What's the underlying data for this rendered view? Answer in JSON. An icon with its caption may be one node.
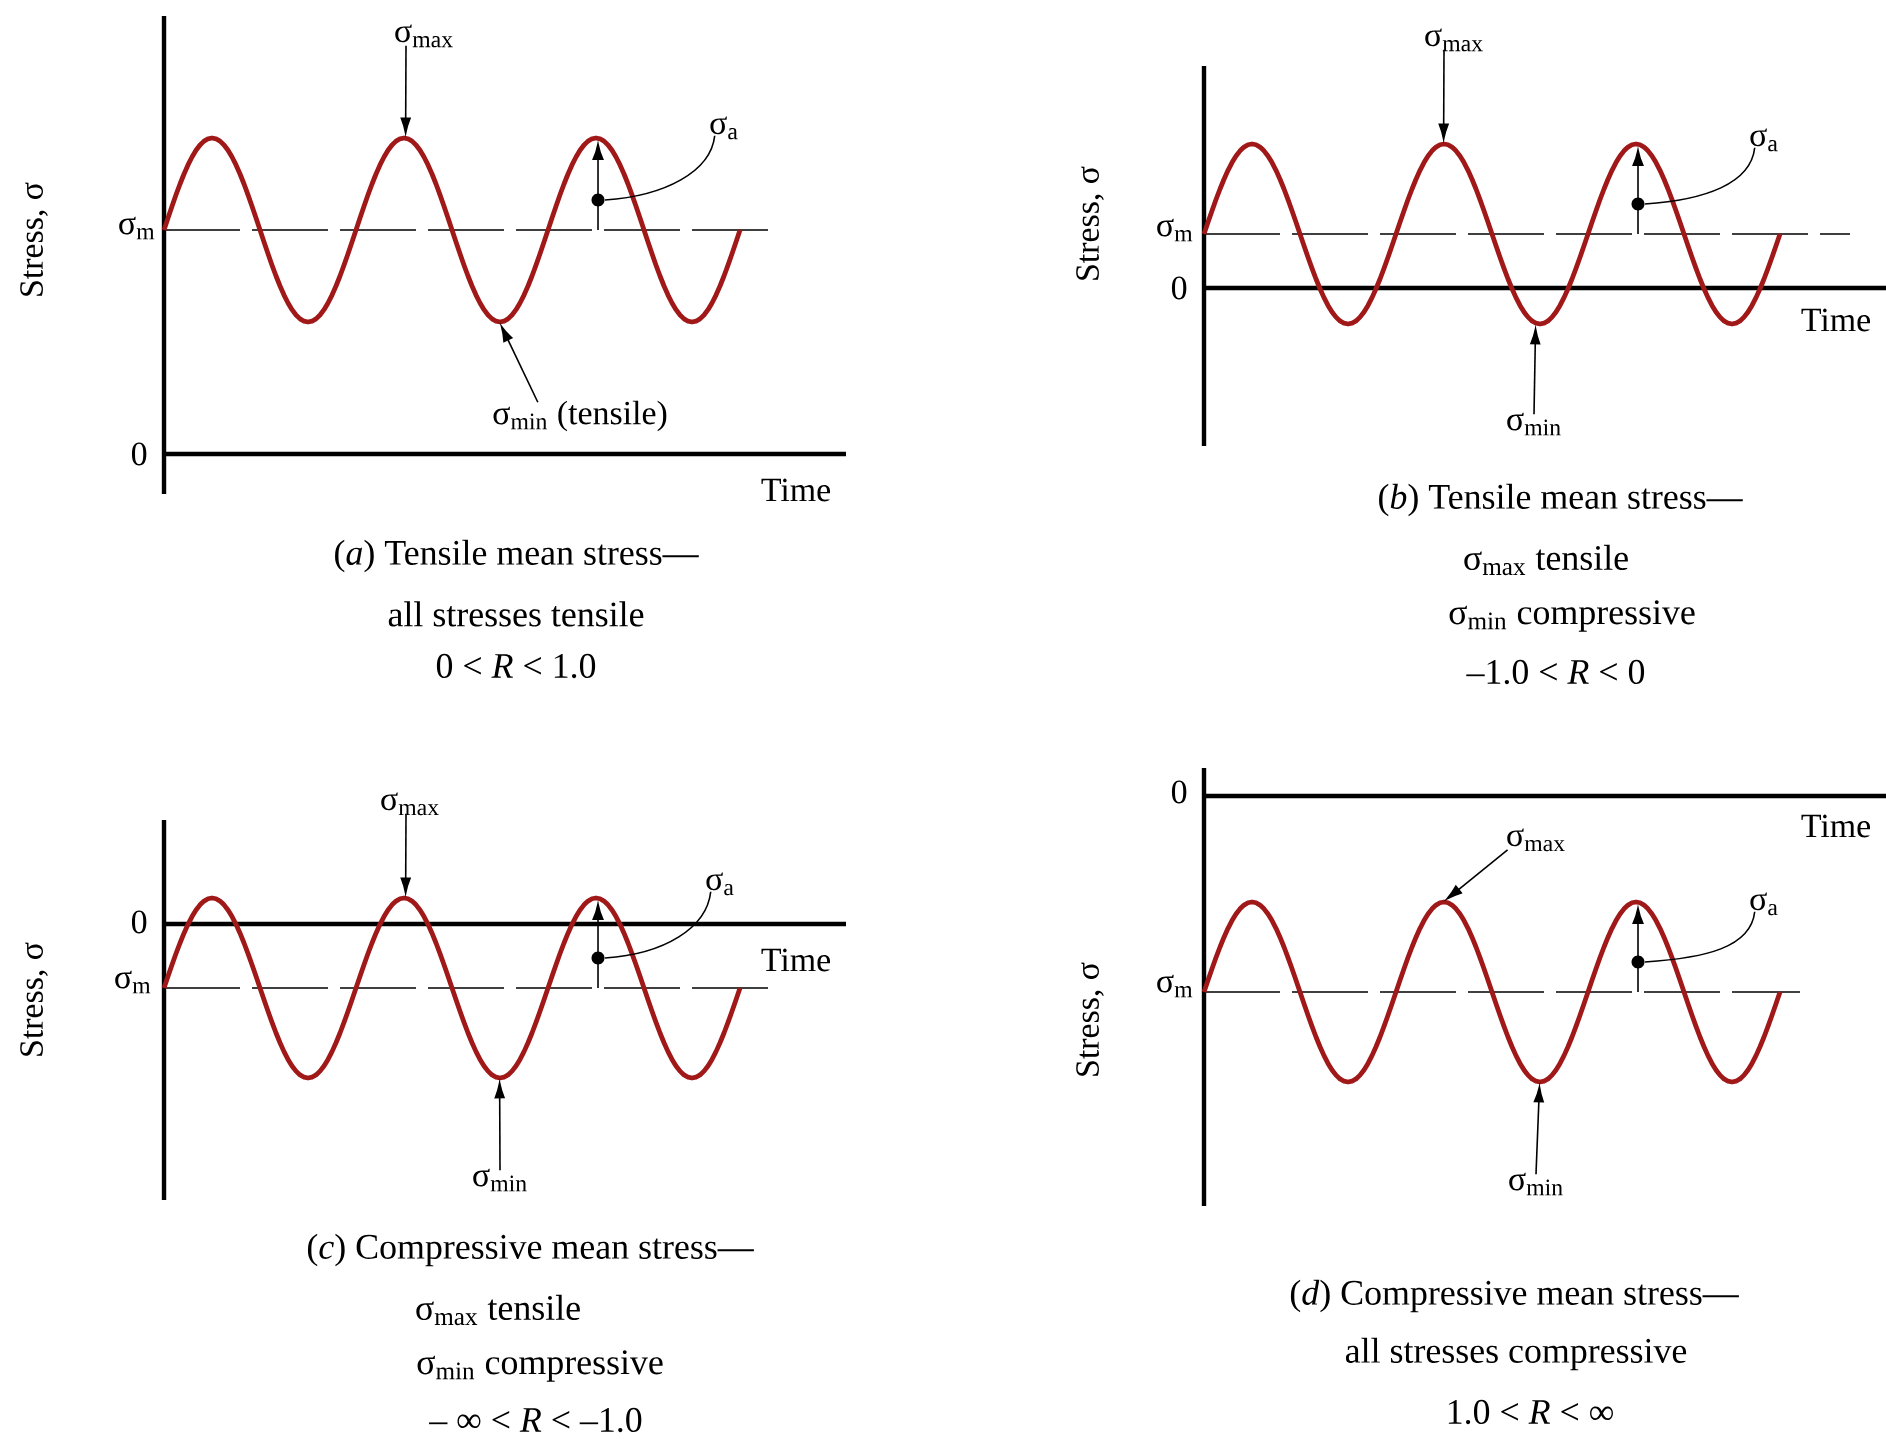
{
  "diagram": {
    "nodes": [
      {
        "text": [
          "σ$_{max}$"
        ]
      },
      {
        "text": [
          "σ$_{min}$ (tensile)"
        ]
      },
      {
        "text": [
          "σ$_{a}$"
        ]
      },
      {
        "text": [
          "σ$_{max}$"
        ]
      },
      {
        "text": [
          "σ$_{min}$"
        ]
      },
      {
        "text": [
          "σ$_{a}$"
        ]
      },
      {
        "text": [
          "σ$_{max}$"
        ]
      },
      {
        "text": [
          "σ$_{min}$"
        ]
      },
      {
        "text": [
          "σ$_{a}$"
        ]
      },
      {
        "text": [
          "σ$_{max}$"
        ]
      },
      {
        "text": [
          "σ$_{min}$"
        ]
      },
      {
        "text": [
          "σ$_{a}$"
        ]
      },
      {
        "text": [],
        "shape": "curve"
      },
      {
        "text": [],
        "shape": "curve"
      },
      {
        "text": [],
        "shape": "curve"
      },
      {
        "text": [],
        "shape": "curve"
      },
      {
        "text": [],
        "shape": "circle",
        "in": 12
      },
      {
        "text": [],
        "shape": "circle",
        "in": 13
      },
      {
        "text": [],
        "shape": "circle",
        "in": 14
      },
      {
        "text": [],
        "shape": "circle",
        "in": 15
      }
    ],
    "edges": [
      {
        "from": 0,
        "to": 12,
        "arrow": "to"
      },
      {
        "from": 1,
        "to": 12,
        "arrow": "to"
      },
      {
        "from": 2,
        "to": 16,
        "arrow": "none"
      },
      {
        "from": 3,
        "to": 13,
        "arrow": "to"
      },
      {
        "from": 4,
        "to": 13,
        "arrow": "to"
      },
      {
        "from": 5,
        "to": 17,
        "arrow": "none"
      },
      {
        "from": 6,
        "to": 14,
        "arrow": "to"
      },
      {
        "from": 7,
        "to": 14,
        "arrow": "to"
      },
      {
        "from": 8,
        "to": 18,
        "arrow": "none"
      },
      {
        "from": 9,
        "to": 15,
        "arrow": "to"
      },
      {
        "from": 10,
        "to": 15,
        "arrow": "to"
      },
      {
        "from": 11,
        "to": 19,
        "arrow": "none"
      }
    ],
    "labels": [
      "Stress, σ",
      "σ$_{m}$",
      "0",
      "Time",
      "(*a*) Tensile mean stress—",
      "all stresses tensile",
      "0 < *R* < 1.0",
      "Stress, σ",
      "σ$_{m}$",
      "0",
      "Time",
      "(*b*) Tensile mean stress—",
      "σ$_{max}$ tensile",
      "σ$_{min}$ compressive",
      "–1.0 < *R* < 0",
      "Stress, σ",
      "σ$_{m}$",
      "0",
      "Time",
      "(*c*) Compressive mean stress—",
      "σ$_{max}$ tensile",
      "σ$_{min}$ compressive",
      "– ∞ < *R* < –1.0",
      "Stress, σ",
      "σ$_{m}$",
      "0",
      "Time",
      "(*d*) Compressive mean stress—",
      "all stresses compressive",
      "1.0 < *R* < ∞"
    ]
  }
}
